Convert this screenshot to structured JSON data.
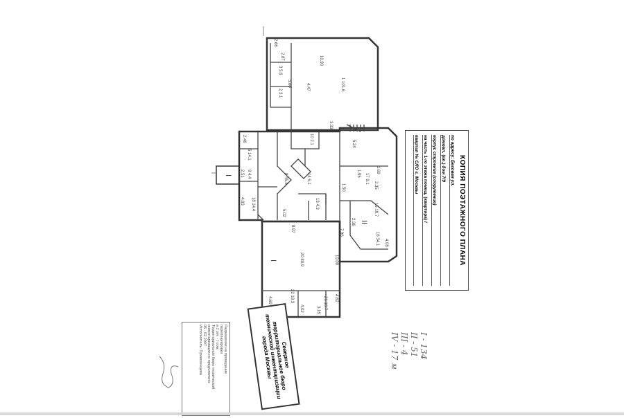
{
  "title_stamp": {
    "heading": "КОПИЯ ПОЭТАЖНОГО ПЛАНА",
    "rows": [
      {
        "label": "по адресу:",
        "value": "Беговая ул."
      },
      {
        "label": "домовл. (вл.)",
        "value": "дом 7/9"
      },
      {
        "label": "корпус",
        "value": "строение (сооружение)"
      },
      {
        "label": "на часть 1-го этажа помещ. (квартира)",
        "value": "I"
      },
      {
        "label": "квартал №",
        "value": "СЛО г. Москвы"
      }
    ]
  },
  "bureau_stamp": {
    "lines": [
      "Северное",
      "территориальное бюро",
      "технической инвентаризации",
      "города Москвы"
    ]
  },
  "permission_stamp": {
    "lines": [
      "Разрешение на проведение",
      "перепланировки",
      "в 1 эт. - I пом.",
      "Территориальное бюро технической инвентаризации не предъявлено"
    ],
    "date": "06 - 02 2007",
    "signer": "Исполнитель: Привезенцева"
  },
  "summary_notes": [
    "I - 134",
    "II - 51",
    "III - 4",
    "IV - 17 м"
  ],
  "room_labels": [
    {
      "id": "1",
      "area": "101.6"
    },
    {
      "id": "2",
      "area": "3.1"
    },
    {
      "id": "3",
      "area": "5.6"
    },
    {
      "id": "5",
      "area": "14.1"
    },
    {
      "id": "8",
      "area": "45.8"
    },
    {
      "id": "9",
      "area": "4.4"
    },
    {
      "id": "10",
      "area": "2.1"
    },
    {
      "id": "13",
      "area": "4.3"
    },
    {
      "id": "14",
      "area": "5.1"
    },
    {
      "id": "15",
      "area": "19.7"
    },
    {
      "id": "16",
      "area": "34.1"
    },
    {
      "id": "17",
      "area": "9.1"
    },
    {
      "id": "18",
      "area": "14.4"
    },
    {
      "id": "20",
      "area": "80.9"
    },
    {
      "id": "21",
      "area": "16.7"
    },
    {
      "id": "22",
      "area": "18.3"
    }
  ],
  "dimensions": [
    "10.90",
    "3.33",
    "5.80",
    "2.87",
    "2.66",
    "4.47",
    "2.46",
    "2.51",
    "4.83",
    "5.02",
    "8.97",
    "10.00",
    "4.69",
    "4.02",
    "3.16",
    "4.62",
    "7.96",
    "2.36",
    "4.08",
    "5.24",
    "1.69",
    "1.95",
    "2.35",
    "1.50"
  ],
  "section_marks": [
    "I",
    "II",
    "I",
    "I"
  ]
}
